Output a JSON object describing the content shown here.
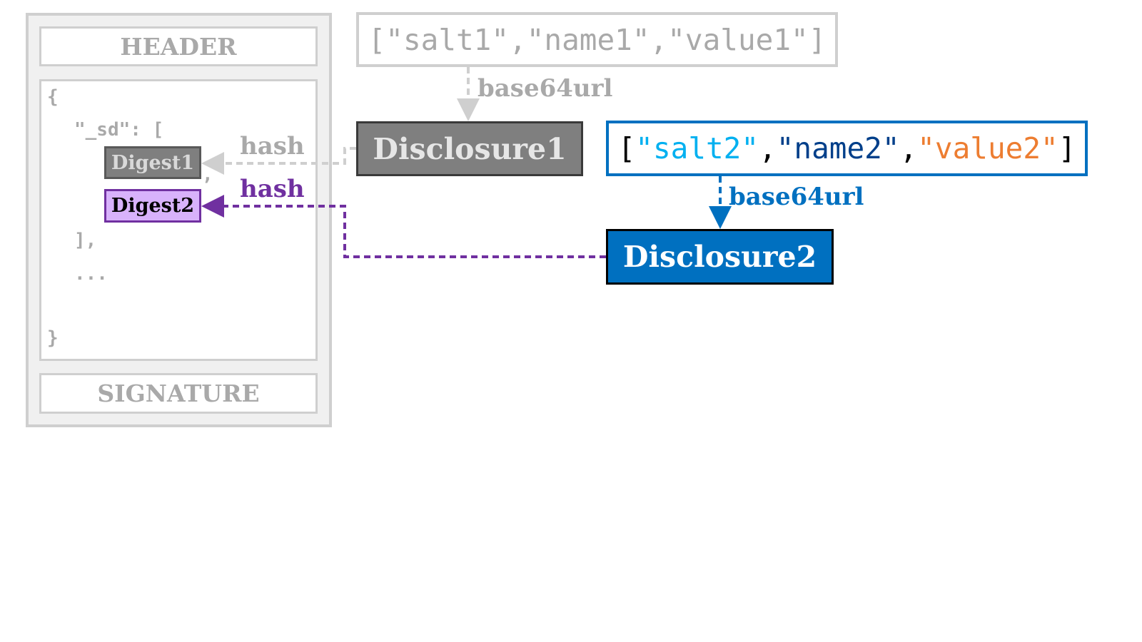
{
  "jwt": {
    "header_label": "HEADER",
    "signature_label": "SIGNATURE",
    "payload": {
      "open_brace": "{",
      "sd_line": "\"_sd\": [",
      "comma": ",",
      "close_bracket": "],",
      "ellipsis": "...",
      "close_brace": "}"
    },
    "digest1": "Digest1",
    "digest2": "Digest2"
  },
  "array1": {
    "open": "[",
    "salt": "\"salt1\"",
    "sep1": ",",
    "name": "\"name1\"",
    "sep2": ",",
    "value": "\"value1\"",
    "close": "]"
  },
  "array2": {
    "open": "[",
    "salt": "\"salt2\"",
    "sep1": ",",
    "name": "\"name2\"",
    "sep2": ",",
    "value": "\"value2\"",
    "close": "]"
  },
  "disclosure1": "Disclosure1",
  "disclosure2": "Disclosure2",
  "edges": {
    "encode1": "base64url",
    "encode2": "base64url",
    "hash1": "hash",
    "hash2": "hash"
  },
  "colors": {
    "grey_light": "#cfcfcf",
    "grey_text": "#a9a9a9",
    "disclosure1_fill": "#7f7f7f",
    "blue": "#0070c0",
    "cyan": "#00b0f0",
    "navy": "#003f8a",
    "orange": "#ed7d31",
    "purple": "#7030a0",
    "digest2_fill": "#d8b2fb"
  }
}
